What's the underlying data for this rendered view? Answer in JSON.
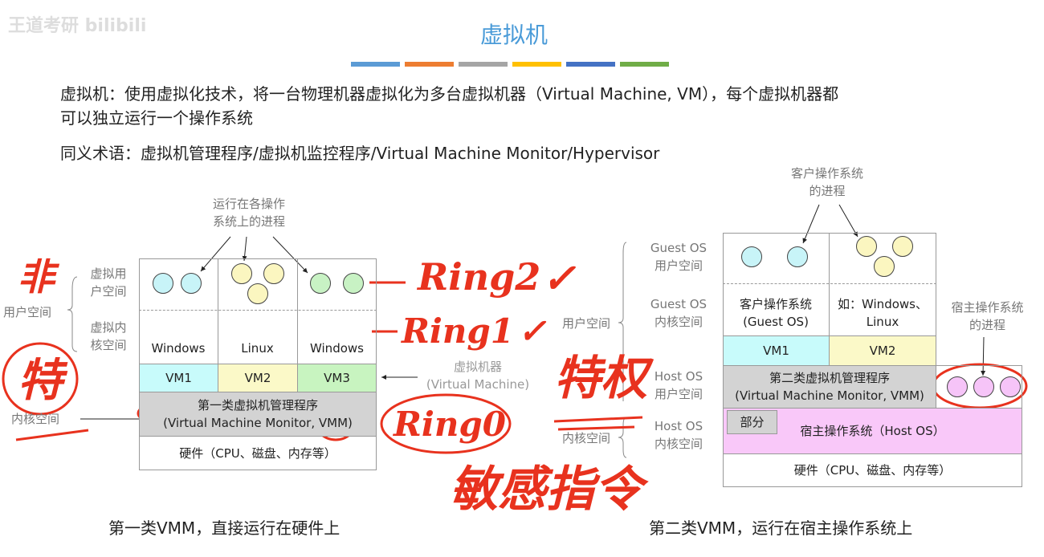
{
  "watermark": "王道考研 bilibili",
  "title": "虚拟机",
  "bar_colors": [
    "#5b9bd5",
    "#ed7d31",
    "#a5a5a5",
    "#ffc000",
    "#4472c4",
    "#70ad47"
  ],
  "definition_line1": "虚拟机：使用虚拟化技术，将一台物理机器虚拟化为多台虚拟机器（Virtual Machine, VM），每个虚拟机器都",
  "definition_line2": "可以独立运行一个操作系统",
  "synonyms": "同义术语：虚拟机管理程序/虚拟机监控程序/Virtual Machine Monitor/Hypervisor",
  "left": {
    "process_label": [
      "运行在各操作",
      "系统上的进程"
    ],
    "virt_user": [
      "虚拟用",
      "户空间"
    ],
    "virt_kernel": [
      "虚拟内",
      "核空间"
    ],
    "user_space": "用户空间",
    "kernel_space": "内核空间",
    "os": [
      "Windows",
      "Linux",
      "Windows"
    ],
    "vms": [
      "VM1",
      "VM2",
      "VM3"
    ],
    "vmm": [
      "第一类虚拟机管理程序",
      "(Virtual Machine Monitor, VMM)"
    ],
    "hardware": "硬件（CPU、磁盘、内存等）",
    "caption": "第一类VMM，直接运行在硬件上"
  },
  "middle": {
    "vm_label": [
      "虚拟机器",
      "(Virtual Machine)"
    ]
  },
  "right": {
    "guest_process_label": [
      "客户操作系统",
      "的进程"
    ],
    "host_process_label": [
      "宿主操作系统",
      "的进程"
    ],
    "guest_user": [
      "Guest OS",
      "用户空间"
    ],
    "guest_kernel": [
      "Guest OS",
      "内核空间"
    ],
    "host_user": [
      "Host OS",
      "用户空间"
    ],
    "host_kernel": [
      "Host OS",
      "内核空间"
    ],
    "user_space": "用户空间",
    "kernel_space": "内核空间",
    "guest_os": [
      "客户操作系统",
      "(Guest OS)"
    ],
    "example_os": [
      "如：Windows、",
      "Linux"
    ],
    "vms": [
      "VM1",
      "VM2"
    ],
    "vmm": [
      "第二类虚拟机管理程序",
      "(Virtual Machine Monitor, VMM)"
    ],
    "partial": "部分",
    "host_os": "宿主操作系统（Host OS）",
    "hardware": "硬件（CPU、磁盘、内存等）",
    "caption": "第二类VMM，运行在宿主操作系统上"
  },
  "annotations": {
    "non": "非",
    "special": "特",
    "ring2": "Ring2",
    "ring1": "Ring1",
    "ring0": "Ring0",
    "privilege": "特权",
    "sensitive": "敏感指令",
    "check": "✓"
  }
}
